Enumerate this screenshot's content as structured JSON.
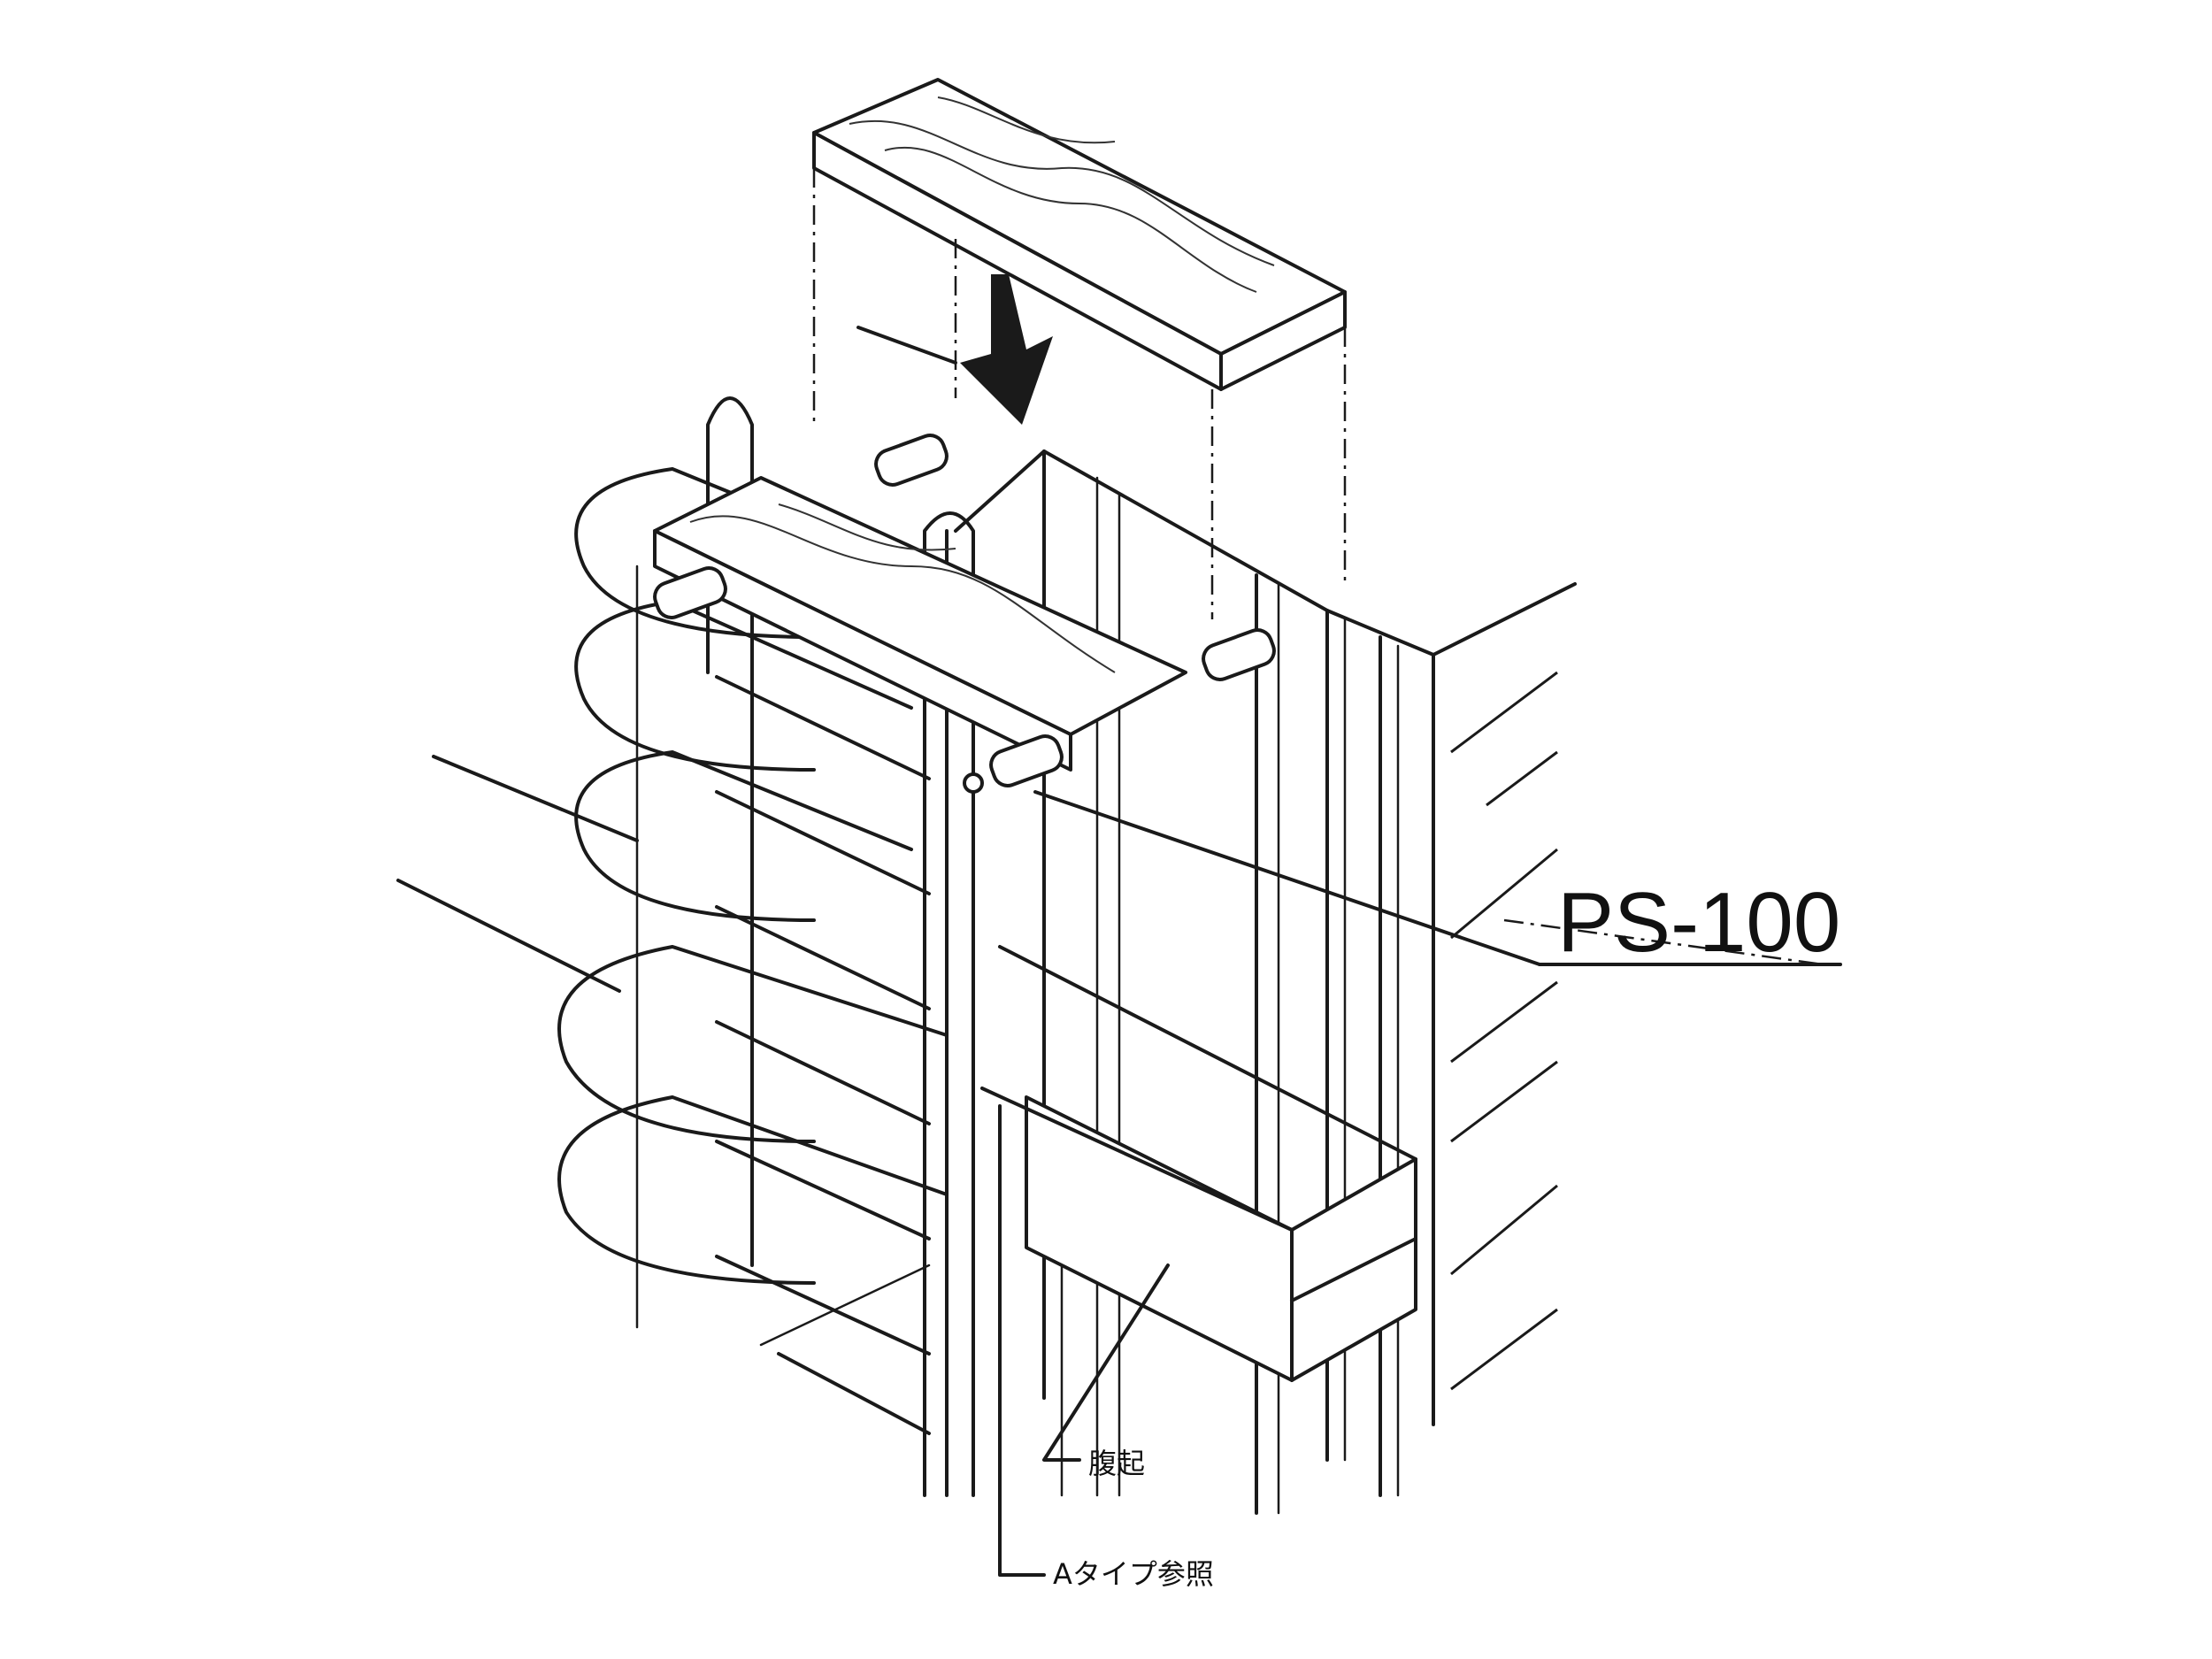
{
  "labels": {
    "model": "PS-100",
    "part_note": "腹起",
    "reference_note": "Aタイプ参照"
  },
  "colors": {
    "line": "#1a1a1a",
    "background": "#ffffff"
  }
}
